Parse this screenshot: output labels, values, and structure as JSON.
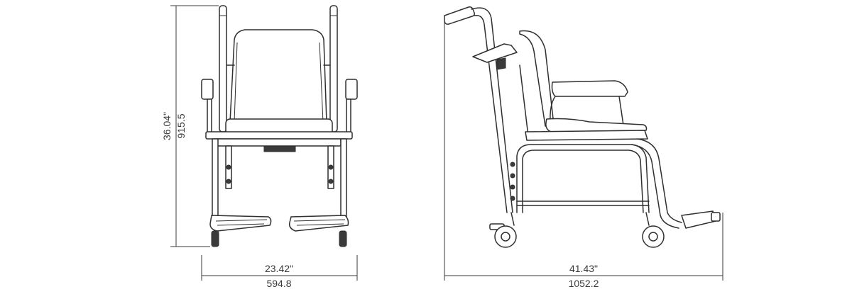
{
  "front_view": {
    "height_imperial": "36.04\"",
    "height_metric": "915.5",
    "width_imperial": "23.42\"",
    "width_metric": "594.8"
  },
  "side_view": {
    "depth_imperial": "41.43\"",
    "depth_metric": "1052.2"
  }
}
